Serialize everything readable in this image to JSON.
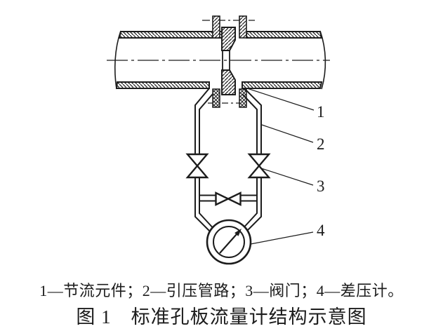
{
  "colors": {
    "ink": "#1c1c1c",
    "background": "#ffffff"
  },
  "figure": {
    "callouts": [
      {
        "num": "1"
      },
      {
        "num": "2"
      },
      {
        "num": "3"
      },
      {
        "num": "4"
      }
    ],
    "legend": "1—节流元件；2—引压管路；3—阀门；4—差压计。",
    "caption": "图 1　标准孔板流量计结构示意图"
  }
}
